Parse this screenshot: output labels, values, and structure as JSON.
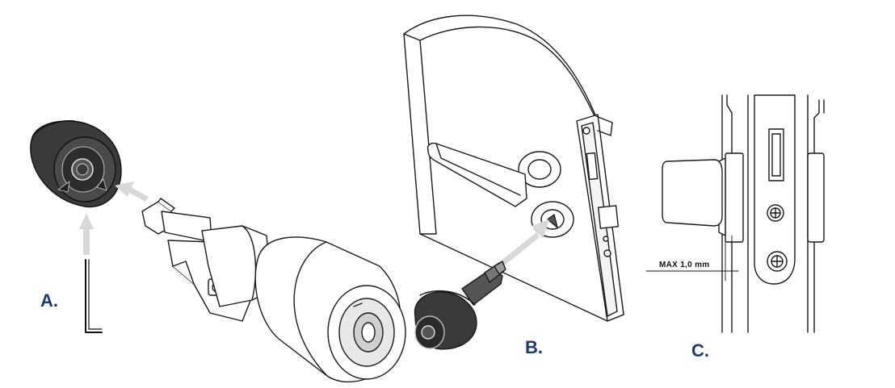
{
  "labels": {
    "panel_a": "A.",
    "panel_b": "B.",
    "panel_c": "C."
  },
  "dimension": {
    "max_gap": "MAX 1,0 mm"
  },
  "colors": {
    "label_color": "#1f3a6e",
    "line_color": "#1a1a1a",
    "knob_dark": "#3a3a3a",
    "arrow_fill": "#d8d8d8"
  }
}
